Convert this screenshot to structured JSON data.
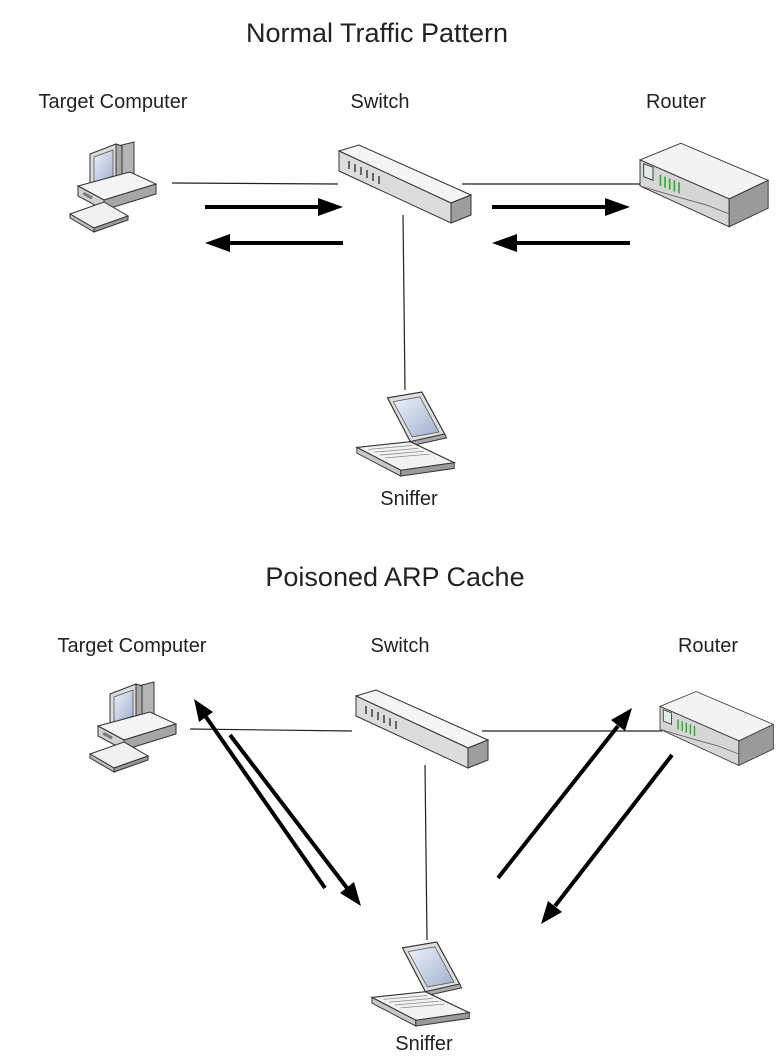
{
  "diagram": {
    "top": {
      "title": "Normal Traffic Pattern",
      "target_label": "Target Computer",
      "switch_label": "Switch",
      "router_label": "Router",
      "sniffer_label": "Sniffer"
    },
    "bottom": {
      "title": "Poisoned ARP Cache",
      "target_label": "Target Computer",
      "switch_label": "Switch",
      "router_label": "Router",
      "sniffer_label": "Sniffer"
    }
  },
  "colors": {
    "background": "#ffffff",
    "text": "#222222",
    "arrow": "#000000",
    "device_light": "#f2f2f2",
    "device_mid": "#cfcfcf",
    "device_dark": "#8c8c8c",
    "screen": "#c9d3e6",
    "router_led": "#36a836"
  },
  "icons": {
    "target": "desktop-computer-icon",
    "switch": "network-switch-icon",
    "router": "router-icon",
    "sniffer": "laptop-icon"
  }
}
